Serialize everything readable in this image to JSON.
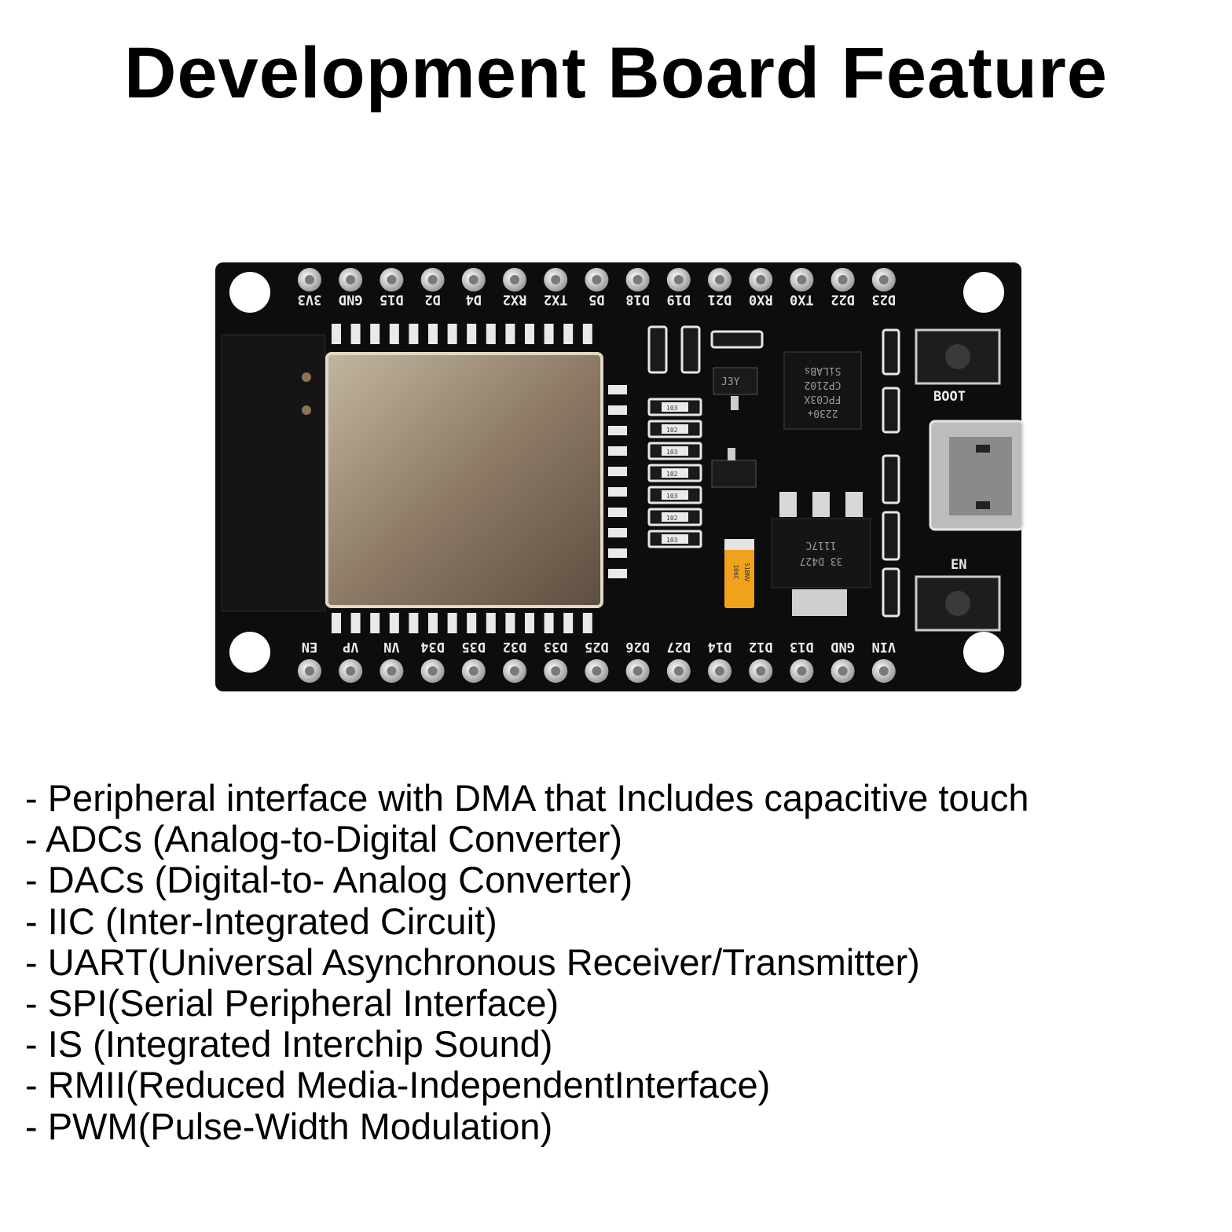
{
  "title": "Development Board Feature",
  "board": {
    "top_pins": [
      "D23",
      "D22",
      "TX0",
      "RX0",
      "D21",
      "D19",
      "D18",
      "D5",
      "TX2",
      "RX2",
      "D4",
      "D2",
      "D15",
      "GND",
      "3V3"
    ],
    "bottom_pins": [
      "EN",
      "VP",
      "VN",
      "D34",
      "D35",
      "D32",
      "D33",
      "D25",
      "D26",
      "D27",
      "D14",
      "D12",
      "D13",
      "GND",
      "VIN"
    ],
    "boot_label": "BOOT",
    "en_label": "EN",
    "usb_chip_lines": [
      "SiLABs",
      "CP2102",
      "FPC03X",
      "2230+"
    ],
    "regulator_lines": [
      "1117C",
      "33 D427"
    ],
    "capacitor_lines": [
      "106C",
      "51BNV"
    ],
    "transistor_label": "J3Y",
    "resistor_labels": [
      "103",
      "102"
    ]
  },
  "features": [
    "- Peripheral interface with DMA that Includes capacitive touch",
    "- ADCs (Analog-to-Digital Converter)",
    "- DACs (Digital-to- Analog Converter)",
    "- IIC (Inter-Integrated Circuit)",
    "- UART(Universal Asynchronous Receiver/Transmitter)",
    "- SPI(Serial Peripheral Interface)",
    "- IS (Integrated Interchip Sound)",
    "- RMII(Reduced Media-IndependentInterface)",
    "- PWM(Pulse-Width Modulation)"
  ]
}
